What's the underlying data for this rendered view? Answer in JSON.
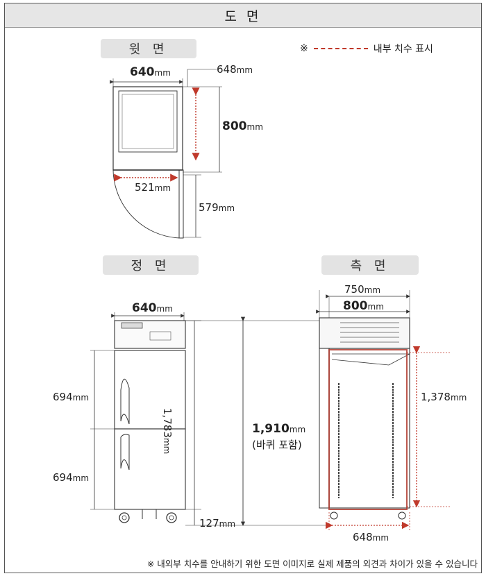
{
  "header": {
    "title": "도 면"
  },
  "legend": {
    "mark": "※",
    "text": "내부 치수 표시",
    "color": "#c0392b"
  },
  "views": {
    "top": {
      "label": "윗 면",
      "width_outer": "640",
      "width_inner": "648",
      "depth": "800",
      "inner_width": "521",
      "door_swing": "579"
    },
    "front": {
      "label": "정 면",
      "width": "640",
      "door_upper": "694",
      "door_lower": "694",
      "body_height": "1,783",
      "caster": "127",
      "total_height": "1,910",
      "total_note": "(바퀴 포함)"
    },
    "side": {
      "label": "측 면",
      "depth_inner": "750",
      "depth_outer": "800",
      "inner_height": "1,378",
      "inner_depth": "648"
    }
  },
  "unit": "mm",
  "footnote": "※ 내외부 치수를 안내하기 위한 도면 이미지로 실제 제품의 외견과 차이가 있을 수 있습니다"
}
